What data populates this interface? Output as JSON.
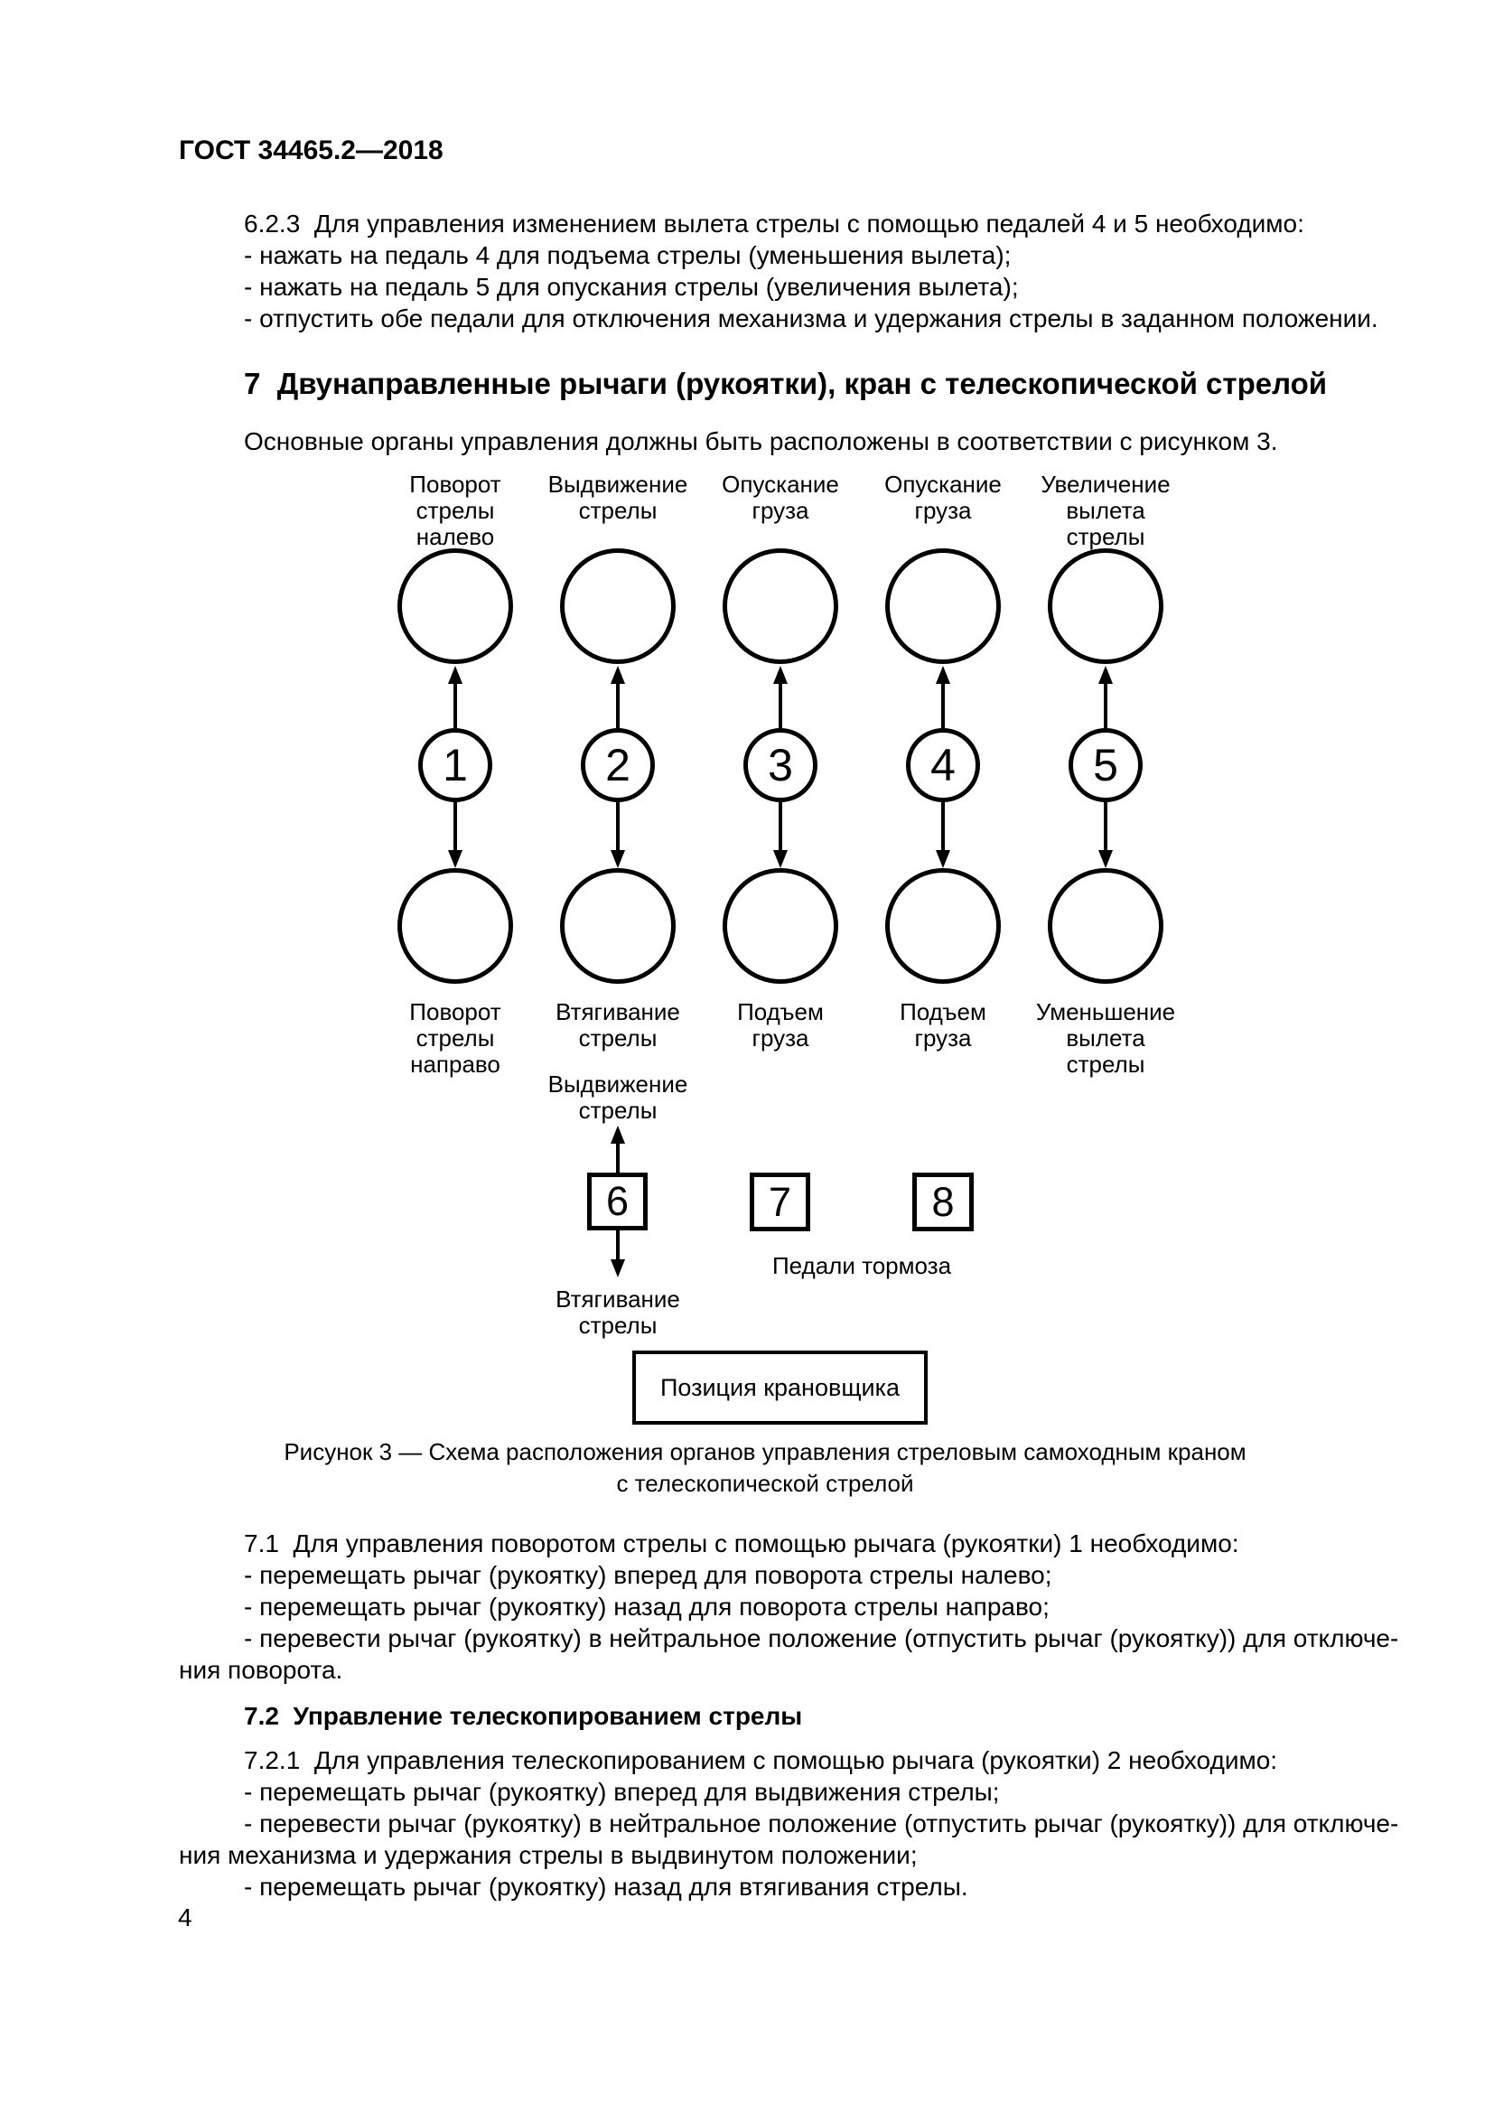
{
  "colors": {
    "ink": "#000000",
    "paper": "#ffffff"
  },
  "header": {
    "title": "ГОСТ 34465.2—2018"
  },
  "page": {
    "number": "4"
  },
  "sections": {
    "p623": {
      "lines": [
        "6.2.3  Для управления изменением вылета стрелы с помощью педалей 4 и 5 необходимо:",
        "- нажать на педаль 4 для подъема стрелы (уменьшения вылета);",
        "- нажать на педаль 5 для опускания стрелы (увеличения вылета);",
        "- отпустить обе педали для отключения механизма и удержания стрелы в заданном положении."
      ]
    },
    "h7": "7  Двунаправленные рычаги (рукоятки), кран с телескопической стрелой",
    "intro": "Основные органы управления должны быть расположены в соответствии с рисунком 3.",
    "p71": {
      "lines": [
        "7.1  Для управления поворотом стрелы с помощью рычага (рукоятки) 1 необходимо:",
        "- перемещать рычаг (рукоятку) вперед для поворота стрелы налево;",
        "- перемещать рычаг (рукоятку) назад для поворота стрелы направо;",
        "- перевести рычаг (рукоятку) в нейтральное положение (отпустить рычаг (рукоятку)) для отключе-",
        "ния поворота."
      ]
    },
    "h72": "7.2  Управление телескопированием стрелы",
    "p721": {
      "lines": [
        "7.2.1  Для управления телескопированием с помощью рычага (рукоятки) 2 необходимо:",
        "- перемещать рычаг (рукоятку) вперед для выдвижения стрелы;",
        "- перевести рычаг (рукоятку) в нейтральное положение (отпустить рычаг (рукоятку)) для отключе-",
        "ния механизма и удержания стрелы в выдвинутом положении;",
        "- перемещать рычаг (рукоятку) назад для втягивания стрелы."
      ]
    }
  },
  "figure": {
    "caption_line1": "Рисунок 3 — Схема расположения органов управления стреловым самоходным краном",
    "caption_line2": "с телескопической стрелой",
    "columns": [
      {
        "number": "1",
        "top_label": [
          "Поворот",
          "стрелы",
          "налево"
        ],
        "bottom_label": [
          "Поворот",
          "стрелы",
          "направо"
        ]
      },
      {
        "number": "2",
        "top_label": [
          "Выдвижение",
          "стрелы"
        ],
        "bottom_label": [
          "Втягивание",
          "стрелы"
        ]
      },
      {
        "number": "3",
        "top_label": [
          "Опускание",
          "груза"
        ],
        "bottom_label": [
          "Подъем",
          "груза"
        ]
      },
      {
        "number": "4",
        "top_label": [
          "Опускание",
          "груза"
        ],
        "bottom_label": [
          "Подъем",
          "груза"
        ]
      },
      {
        "number": "5",
        "top_label": [
          "Увеличение",
          "вылета",
          "стрелы"
        ],
        "bottom_label": [
          "Уменьшение",
          "вылета",
          "стрелы"
        ]
      }
    ],
    "pedal6": {
      "number": "6",
      "up_label": [
        "Выдвижение",
        "стрелы"
      ],
      "down_label": [
        "Втягивание",
        "стрелы"
      ]
    },
    "pedal7": {
      "number": "7"
    },
    "pedal8": {
      "number": "8"
    },
    "brake_label": "Педали тормоза",
    "operator_box": "Позиция крановщика"
  }
}
